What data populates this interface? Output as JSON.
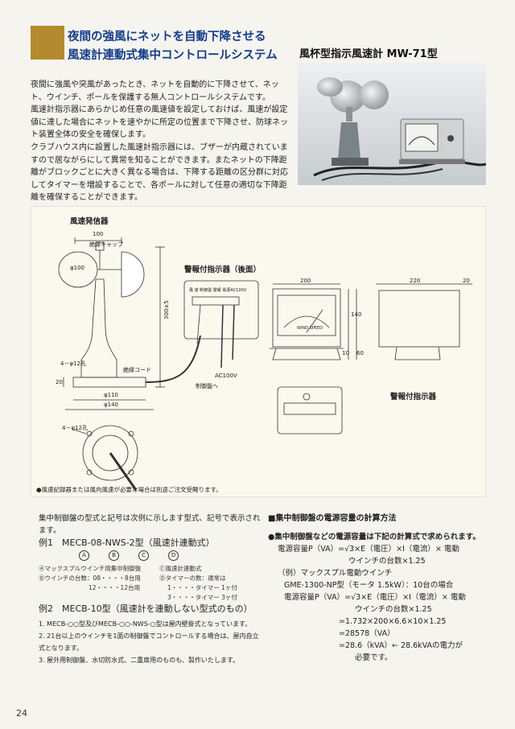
{
  "header": {
    "title_line1": "夜間の強風にネットを自動下降させる",
    "title_line2": "風速計連動式集中コントロールシステム",
    "product_title": "風杯型指示風速計 MW-71型"
  },
  "intro": {
    "p1": "夜間に強風や突風があったとき、ネットを自動的に下降させて、ネット、ウインチ、ポールを保護する無人コントロールシステムです。",
    "p2": "風速計指示器にあらかじめ任意の風速値を設定しておけば、風速が設定値に達した場合にネットを速やかに所定の位置まで下降させ、防球ネット装置全体の安全を確保します。",
    "p3": "クラブハウス内に設置した風速計指示器には、ブザーが内蔵されていますので居ながらにして異常を知ることができます。またネットの下降距離がブロックごとに大きく異なる場合は、下降する距離の区分群に対応してタイマーを増設することで、各ポールに対して任意の適切な下降距離を確保することができます。"
  },
  "figure": {
    "transmitter_label": "風速発信器",
    "warning_rear_label": "警報付指示器（後面）",
    "warning_label": "警報付指示器",
    "insulation_cap": "絶縁キャップ",
    "insulation_cord": "絶縁コード",
    "ac100v": "AC100V",
    "to_panel": "制御盤へ",
    "dims": {
      "d100_top": "100",
      "phi100": "φ100",
      "h300": "300±5",
      "h20": "20",
      "holes": "4－φ12孔",
      "holes2": "4－φ12孔",
      "phi110": "φ110",
      "phi140": "φ140",
      "w200": "200",
      "w220": "220",
      "w20": "20",
      "h140": "140",
      "h10": "10",
      "h60": "60"
    },
    "terminal_label": "風 速 制御盤 警報 電源AC100V",
    "meter_text": "WIND SPEED",
    "note": "●風速記録器または風向風速が必要な場合は別途ご注文受賜ります。"
  },
  "left_col": {
    "intro": "集中制御盤の型式と記号は次例に示します型式、記号で表示されます。",
    "ex1": "例1　MECB-08-NWS-2型（風速計連動式）",
    "ex1_circles": [
      "A",
      "B",
      "C",
      "D"
    ],
    "sym_a": "Ⓐマックスプルウインチ用集中制御盤",
    "sym_b": "Ⓑウインチの台数：08・・・・8台用",
    "sym_b2": "12・・・・12台用",
    "sym_c": "Ⓒ風速計連動式",
    "sym_d": "Ⓓタイマーの数：通常は",
    "sym_d2": "1・・・・タイマー 1ヶ付",
    "sym_d3": "3・・・・タイマー 3ヶ付",
    "ex2": "例2　MECB-10型（風速計を連動しない型式のもの）",
    "note1": "1. MECB-○○型及びMECB-○○-NWS-○型は屋内壁掛式となっています。",
    "note2": "2. 21台以上のウインチを1面の制御盤でコントロールする場合は、屋内自立式となります。",
    "note3": "3. 屋外用制御盤、水切防水式、二重扉用のものも、製作いたします。"
  },
  "right_col": {
    "heading": "■集中制御盤の電源容量の計算方法",
    "sub": "●集中制御盤などの電源容量は下記の計算式で求められます。",
    "f1": "電源容量P（VA）=√3×E（電圧）×I（電流）× 電動",
    "f2": "ウインチの台数×1.25",
    "ex": "（例）マックスプル電動ウインチ",
    "ex2": "GME-1300-NP型（モータ 1.5kW）：10台の場合",
    "c1": "電源容量P（VA）=√3×E（電圧）×I（電流）× 電動",
    "c2": "ウインチの台数×1.25",
    "c3": "=1.732×200×6.6×10×1.25",
    "c4": "=28578（VA）",
    "c5": "=28.6（kVA）← 28.6kVAの電力が",
    "c6": "必要です。"
  },
  "page_number": "24",
  "colors": {
    "accent": "#b58a2e",
    "title": "#123c8c"
  }
}
